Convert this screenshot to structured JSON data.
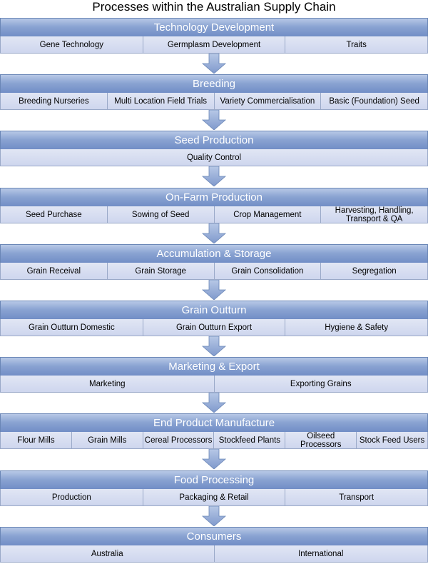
{
  "title": "Processes within the Australian Supply Chain",
  "stages": [
    {
      "name": "Technology Development",
      "items": [
        "Gene Technology",
        "Germplasm Development",
        "Traits"
      ]
    },
    {
      "name": "Breeding",
      "items": [
        "Breeding Nurseries",
        "Multi Location Field Trials",
        "Variety Commercialisation",
        "Basic (Foundation) Seed"
      ]
    },
    {
      "name": "Seed Production",
      "items": [
        "Quality Control"
      ]
    },
    {
      "name": "On-Farm Production",
      "items": [
        "Seed  Purchase",
        "Sowing of Seed",
        "Crop Management",
        "Harvesting, Handling, Transport & QA"
      ]
    },
    {
      "name": "Accumulation & Storage",
      "items": [
        "Grain Receival",
        "Grain Storage",
        "Grain Consolidation",
        "Segregation"
      ]
    },
    {
      "name": "Grain Outturn",
      "items": [
        "Grain Outturn Domestic",
        "Grain Outturn Export",
        "Hygiene & Safety"
      ]
    },
    {
      "name": "Marketing & Export",
      "items": [
        "Marketing",
        "Exporting Grains"
      ]
    },
    {
      "name": "End Product Manufacture",
      "items": [
        "Flour Mills",
        "Grain Mills",
        "Cereal Processors",
        "Stockfeed Plants",
        "Oilseed Processors",
        "Stock Feed Users"
      ]
    },
    {
      "name": "Food Processing",
      "items": [
        "Production",
        "Packaging & Retail",
        "Transport"
      ]
    },
    {
      "name": "Consumers",
      "items": [
        "Australia",
        "International"
      ]
    }
  ],
  "colors": {
    "header": "#7f99cc",
    "cell": "#d6ddf0",
    "arrow": "#7f99cc"
  }
}
